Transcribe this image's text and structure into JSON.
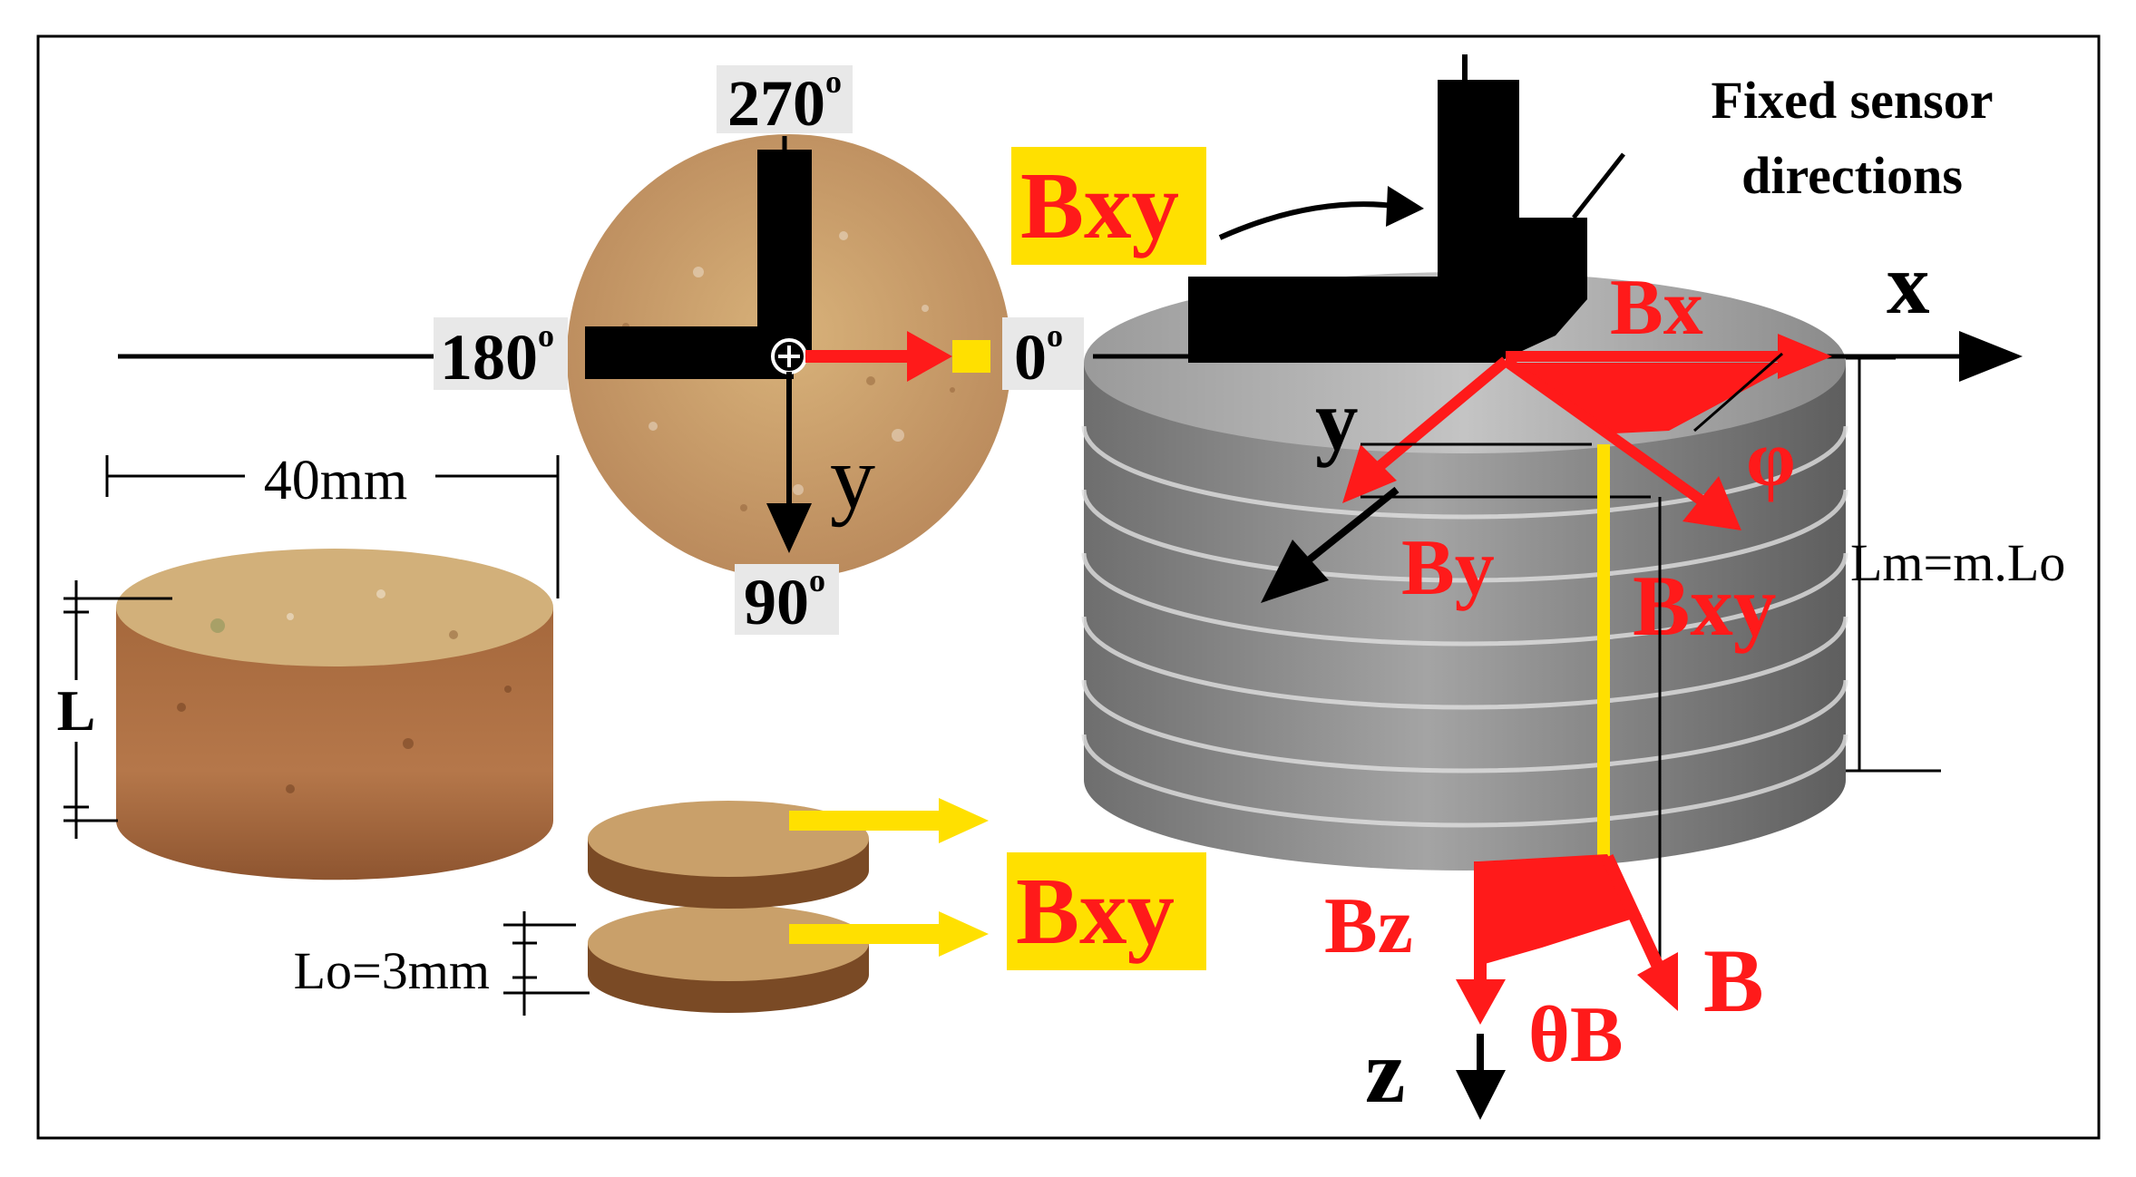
{
  "compass": {
    "top": "270",
    "left": "180",
    "right": "0",
    "bottom": "90",
    "degree_mark": "o",
    "axis": "y"
  },
  "labels": {
    "bxy_upper": "Bxy",
    "bxy_lower": "Bxy",
    "fixed_sensor_line1": "Fixed sensor",
    "fixed_sensor_line2": "directions",
    "x_axis": "x",
    "y_axis": "y",
    "z_axis": "z",
    "bx": "Bx",
    "by": "By",
    "bxy": "Bxy",
    "phi": "φ",
    "bz": "Bz",
    "theta_b": "θB",
    "b": "B",
    "lm": "Lm=m.Lo"
  },
  "dimensions": {
    "diameter": "40mm",
    "length": "L",
    "lo": "Lo=3mm"
  },
  "colors": {
    "red": "#ff1a1a",
    "yellow": "#ffe000",
    "black": "#000000",
    "sample_tan": "#c9a06a",
    "sample_gray": "#8c8c8c"
  }
}
